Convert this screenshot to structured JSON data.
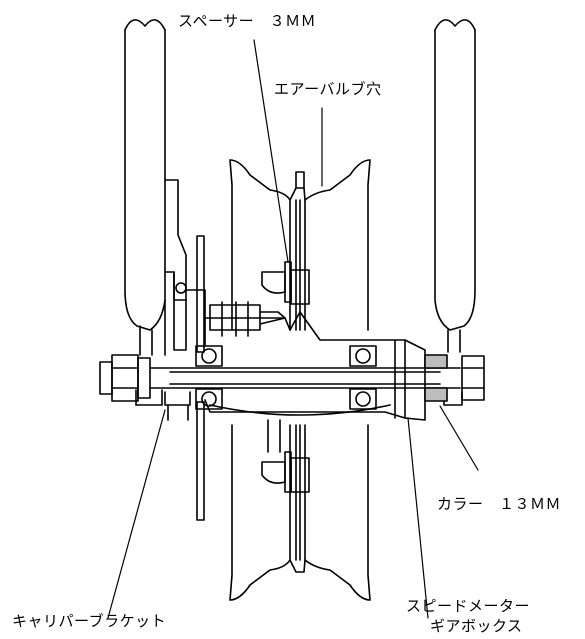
{
  "labels": {
    "spacer": "スペーサー　３ＭＭ",
    "air_valve_hole": "エアーバルブ穴",
    "collar": "カラー　１３ＭＭ",
    "caliper_bracket": "キャリパーブラケット",
    "speedometer_gearbox_line1": "スピードメーター",
    "speedometer_gearbox_line2": "ギアボックス"
  },
  "colors": {
    "stroke": "#000000",
    "background": "#ffffff",
    "collar_fill": "#bdbdbd"
  }
}
